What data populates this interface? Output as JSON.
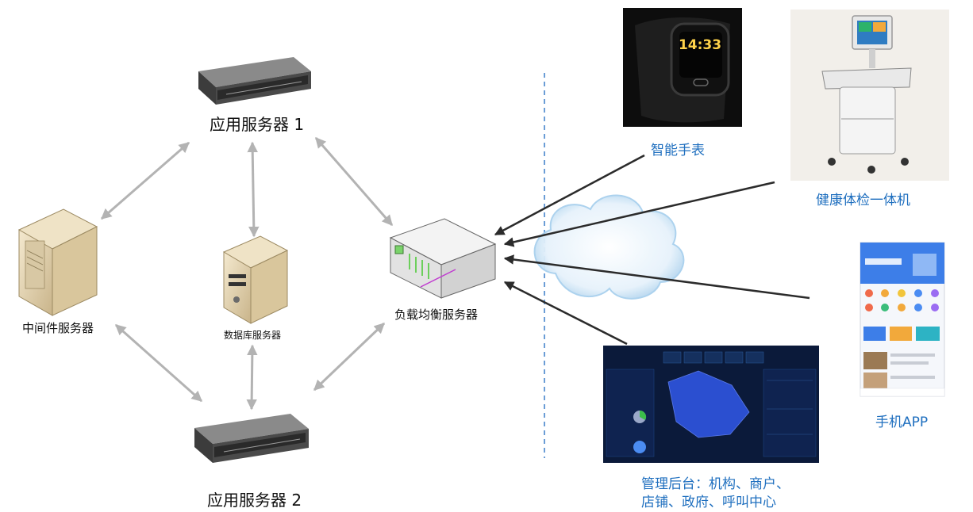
{
  "nodes": {
    "app_server_1": "应用服务器 1",
    "app_server_2": "应用服务器 2",
    "middleware_server": "中间件服务器",
    "database_server": "数据库服务器",
    "load_balancer": "负载均衡服务器",
    "smart_watch": "智能手表",
    "health_kiosk": "健康体检一体机",
    "mobile_app": "手机APP",
    "admin_backend_line1": "管理后台：机构、商户、",
    "admin_backend_line2": "店铺、政府、呼叫中心"
  },
  "watch_screen": {
    "time": "14:33"
  },
  "colors": {
    "arrow_gray": "#b3b3b3",
    "arrow_dark": "#2b2b2b",
    "divider": "#3a7dc9",
    "label_blue": "#1f6fbf"
  }
}
